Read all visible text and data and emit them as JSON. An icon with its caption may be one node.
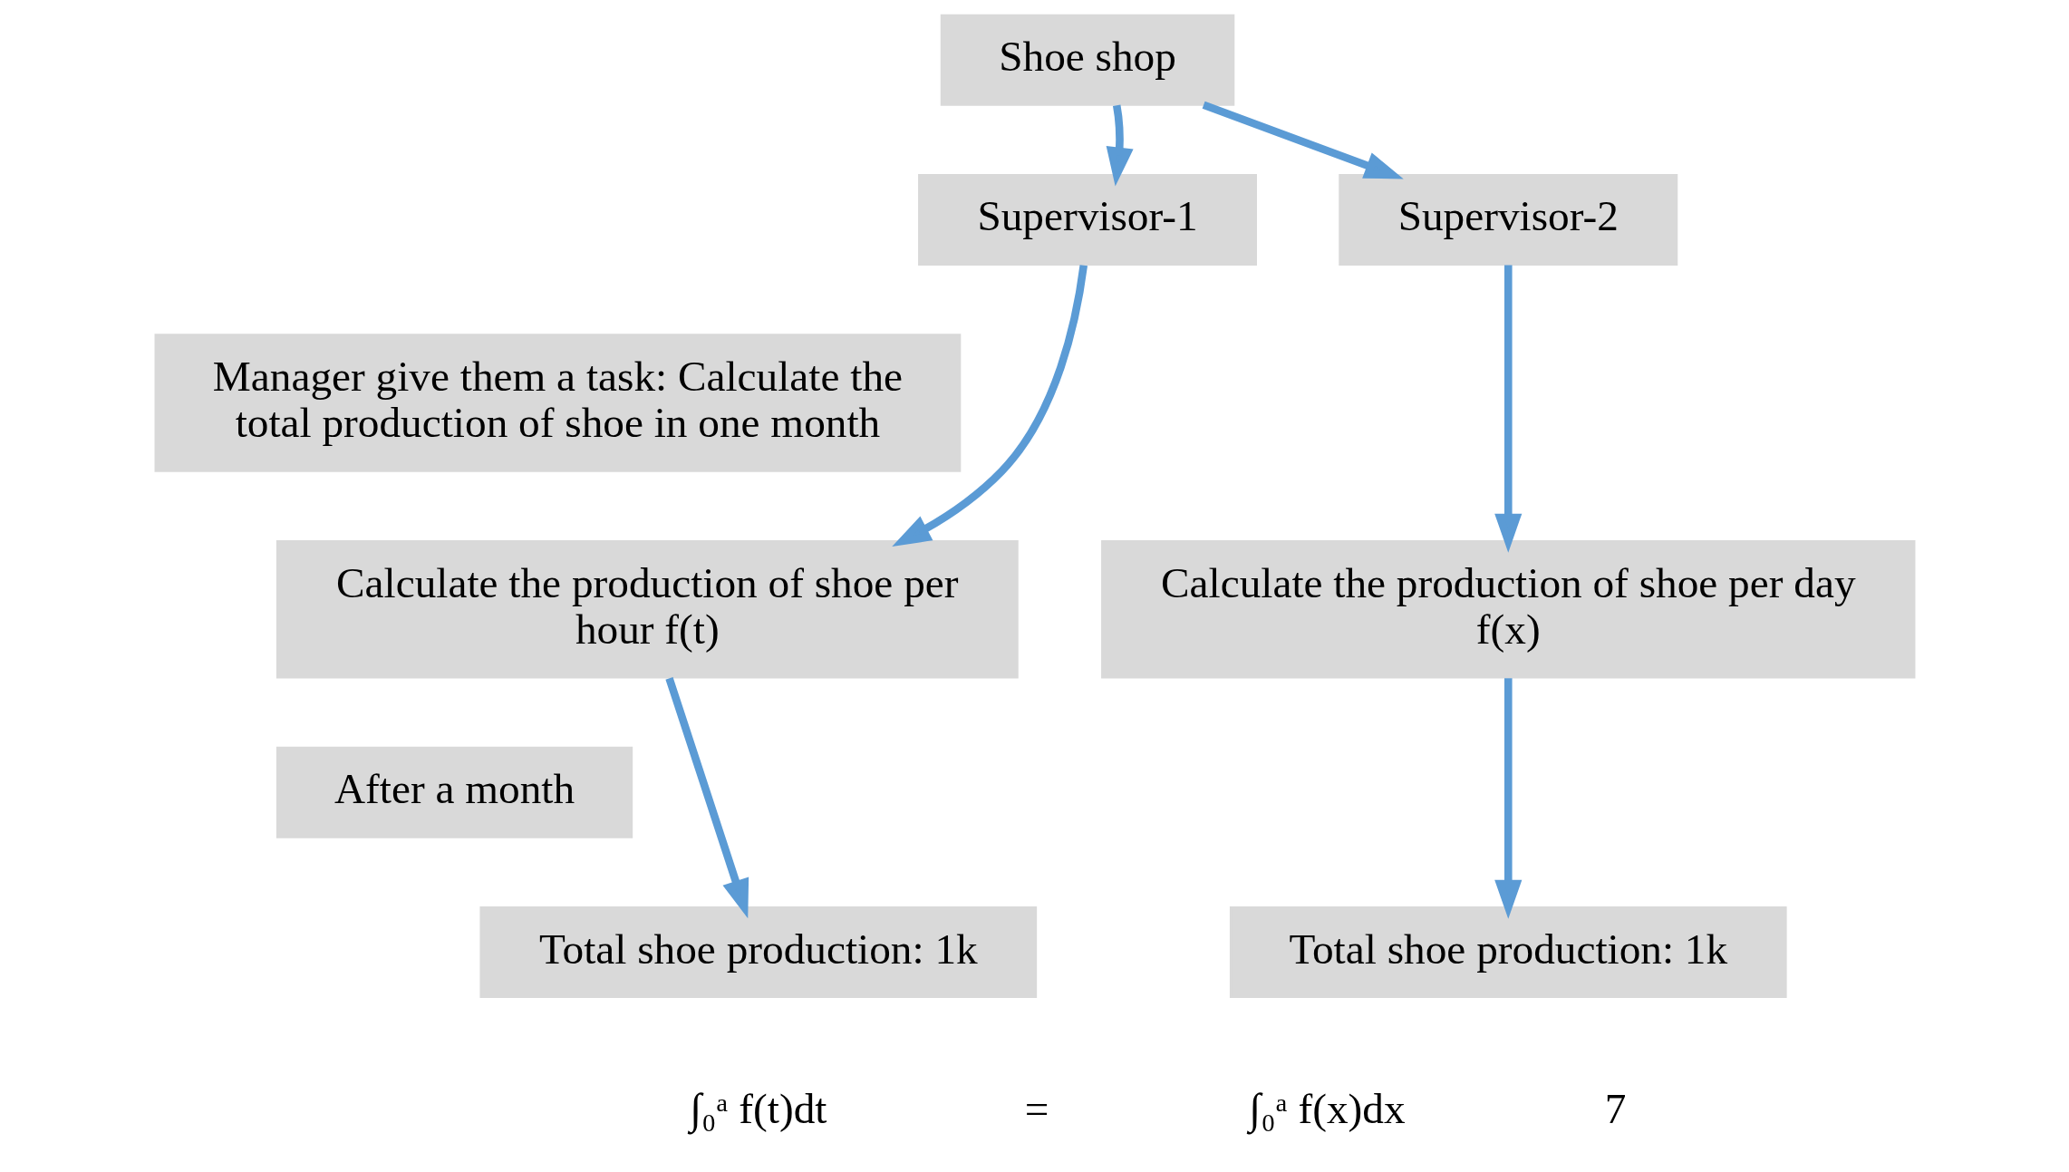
{
  "diagram": {
    "nodes": [
      {
        "text": [
          "Shoe shop"
        ]
      },
      {
        "text": [
          "Supervisor-1"
        ]
      },
      {
        "text": [
          "Supervisor-2"
        ]
      },
      {
        "text": [
          "Manager give them a task: Calculate the total production of shoe in one month"
        ]
      },
      {
        "text": [
          "Calculate the production of shoe per hour f(t)"
        ]
      },
      {
        "text": [
          "Calculate the production of shoe per day f(x)"
        ]
      },
      {
        "text": [
          "After a month"
        ]
      },
      {
        "text": [
          "Total shoe production: 1k"
        ]
      },
      {
        "text": [
          "Total shoe production: 1k"
        ]
      }
    ],
    "edges": [
      {
        "from": 0,
        "to": 1,
        "arrow": "to"
      },
      {
        "from": 0,
        "to": 2,
        "arrow": "to"
      },
      {
        "from": 1,
        "to": 4,
        "arrow": "to"
      },
      {
        "from": 2,
        "to": 5,
        "arrow": "to"
      },
      {
        "from": 4,
        "to": 7,
        "arrow": "to"
      },
      {
        "from": 5,
        "to": 8,
        "arrow": "to"
      }
    ],
    "labels": [
      "∫₀ᵃ f(t)dt",
      "=",
      "∫₀ᵃ f(x)dx",
      "7"
    ]
  }
}
